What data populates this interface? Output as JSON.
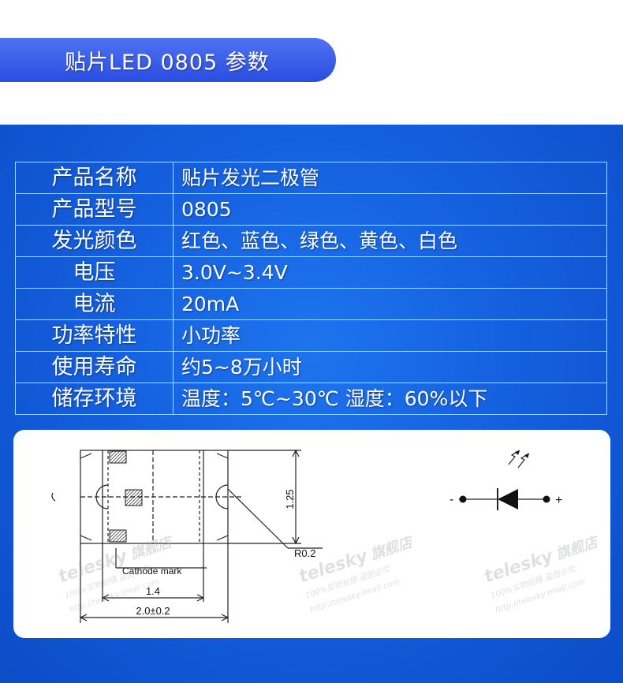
{
  "title": "贴片LED 0805  参数",
  "specs": [
    {
      "label": "产品名称",
      "value": "贴片发光二极管"
    },
    {
      "label": "产品型号",
      "value": "0805"
    },
    {
      "label": "发光颜色",
      "value": "红色、蓝色、绿色、黄色、白色"
    },
    {
      "label": "电压",
      "value": "3.0V~3.4V"
    },
    {
      "label": "电流",
      "value": "20mA"
    },
    {
      "label": "功率特性",
      "value": "小功率"
    },
    {
      "label": "使用寿命",
      "value": "约5~8万小时"
    },
    {
      "label": "储存环境",
      "value": "温度：5℃~30℃   湿度：60%以下"
    }
  ],
  "diagram": {
    "height_dim": "1.25",
    "radius_label": "R0.2",
    "cathode_label": "Cathode mark",
    "pad_dim": "1.4",
    "length_dim": "2.0±0.2",
    "minus_sign": "-",
    "plus_sign": "+"
  },
  "watermark": {
    "brand": "telesky",
    "brand_cn": "旗舰店",
    "line1": "100%实物拍摄  盗图必究",
    "line2": "http://telesky.tmall.com"
  },
  "colors": {
    "title_pill": "#2a4de0",
    "panel": "#1560df",
    "table_border": "#c8d4f5"
  }
}
